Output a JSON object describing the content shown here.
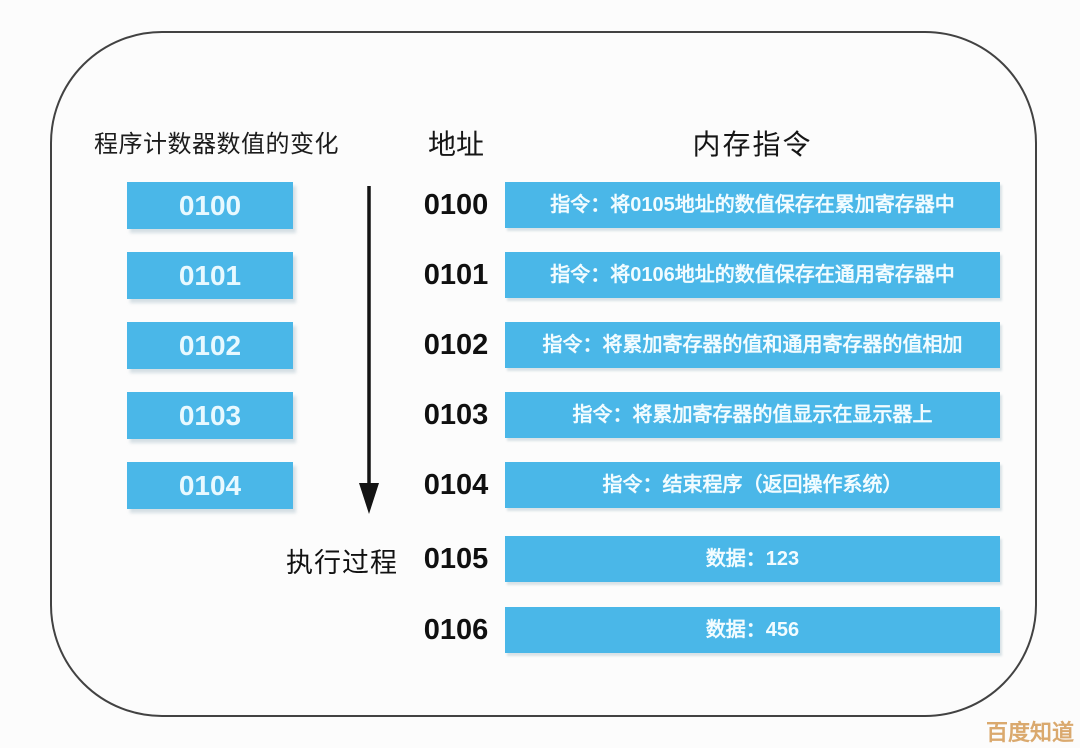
{
  "colors": {
    "box_blue": "#4ab7e8",
    "frame_border": "#424242",
    "watermark_gold": "#daa96e",
    "box_text": "#f2fcff"
  },
  "left_panel": {
    "title": "程序计数器数值的变化",
    "boxes": [
      "0100",
      "0101",
      "0102",
      "0103",
      "0104"
    ],
    "arrow_label": "执行过程"
  },
  "memory_table": {
    "address_header": "地址",
    "instruction_header": "内存指令",
    "rows": [
      {
        "address": "0100",
        "content": "指令：将0105地址的数值保存在累加寄存器中"
      },
      {
        "address": "0101",
        "content": "指令：将0106地址的数值保存在通用寄存器中"
      },
      {
        "address": "0102",
        "content": "指令：将累加寄存器的值和通用寄存器的值相加"
      },
      {
        "address": "0103",
        "content": "指令：将累加寄存器的值显示在显示器上"
      },
      {
        "address": "0104",
        "content": "指令：结束程序（返回操作系统）"
      },
      {
        "address": "0105",
        "content": "数据：123"
      },
      {
        "address": "0106",
        "content": "数据：456"
      }
    ]
  },
  "watermark": "百度知道"
}
